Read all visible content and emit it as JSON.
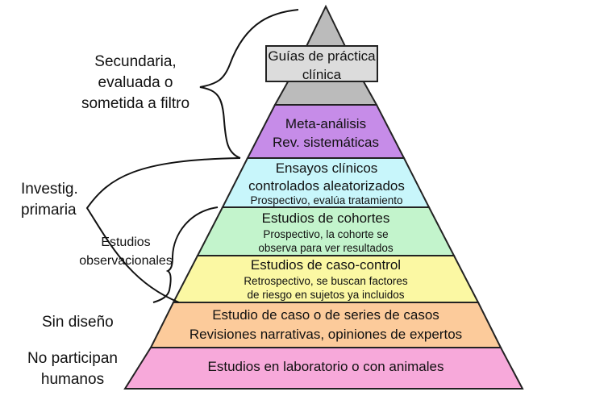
{
  "pyramid": {
    "levels": [
      {
        "id": "guias",
        "lines": [
          "Guías de práctica",
          "clínica"
        ],
        "color": "#d9d9d9"
      },
      {
        "id": "meta",
        "lines": [
          "Meta-análisis",
          "Rev. sistemáticas"
        ],
        "color": "#c68ce8"
      },
      {
        "id": "ensayos",
        "lines": [
          "Ensayos clínicos",
          "controlados aleatorizados"
        ],
        "sub": [
          "Prospectivo, evalúa tratamiento"
        ],
        "color": "#c8f6fb"
      },
      {
        "id": "cohortes",
        "lines": [
          "Estudios de cohortes"
        ],
        "sub": [
          "Prospectivo, la cohorte se",
          "observa para ver resultados"
        ],
        "color": "#c3f4cc"
      },
      {
        "id": "caso_control",
        "lines": [
          "Estudios de caso-control"
        ],
        "sub": [
          "Retrospectivo, se buscan factores",
          "de riesgo en sujetos ya incluidos"
        ],
        "color": "#fbf8a3"
      },
      {
        "id": "series",
        "lines": [
          "Estudio de caso o de series de casos",
          "Revisiones narrativas, opiniones de expertos"
        ],
        "color": "#fccb9b"
      },
      {
        "id": "laboratorio",
        "lines": [
          "Estudios en laboratorio o con animales"
        ],
        "color": "#f7a9da"
      }
    ],
    "apex_color": "#bbbbbb"
  },
  "side_labels": {
    "secundaria": [
      "Secundaria,",
      "evaluada o",
      "sometida a filtro"
    ],
    "primaria": [
      "Investig.",
      "primaria"
    ],
    "observacionales": [
      "Estudios",
      "observacionales"
    ],
    "sin_diseno": [
      "Sin diseño"
    ],
    "no_participan": [
      "No participan",
      "humanos"
    ]
  }
}
